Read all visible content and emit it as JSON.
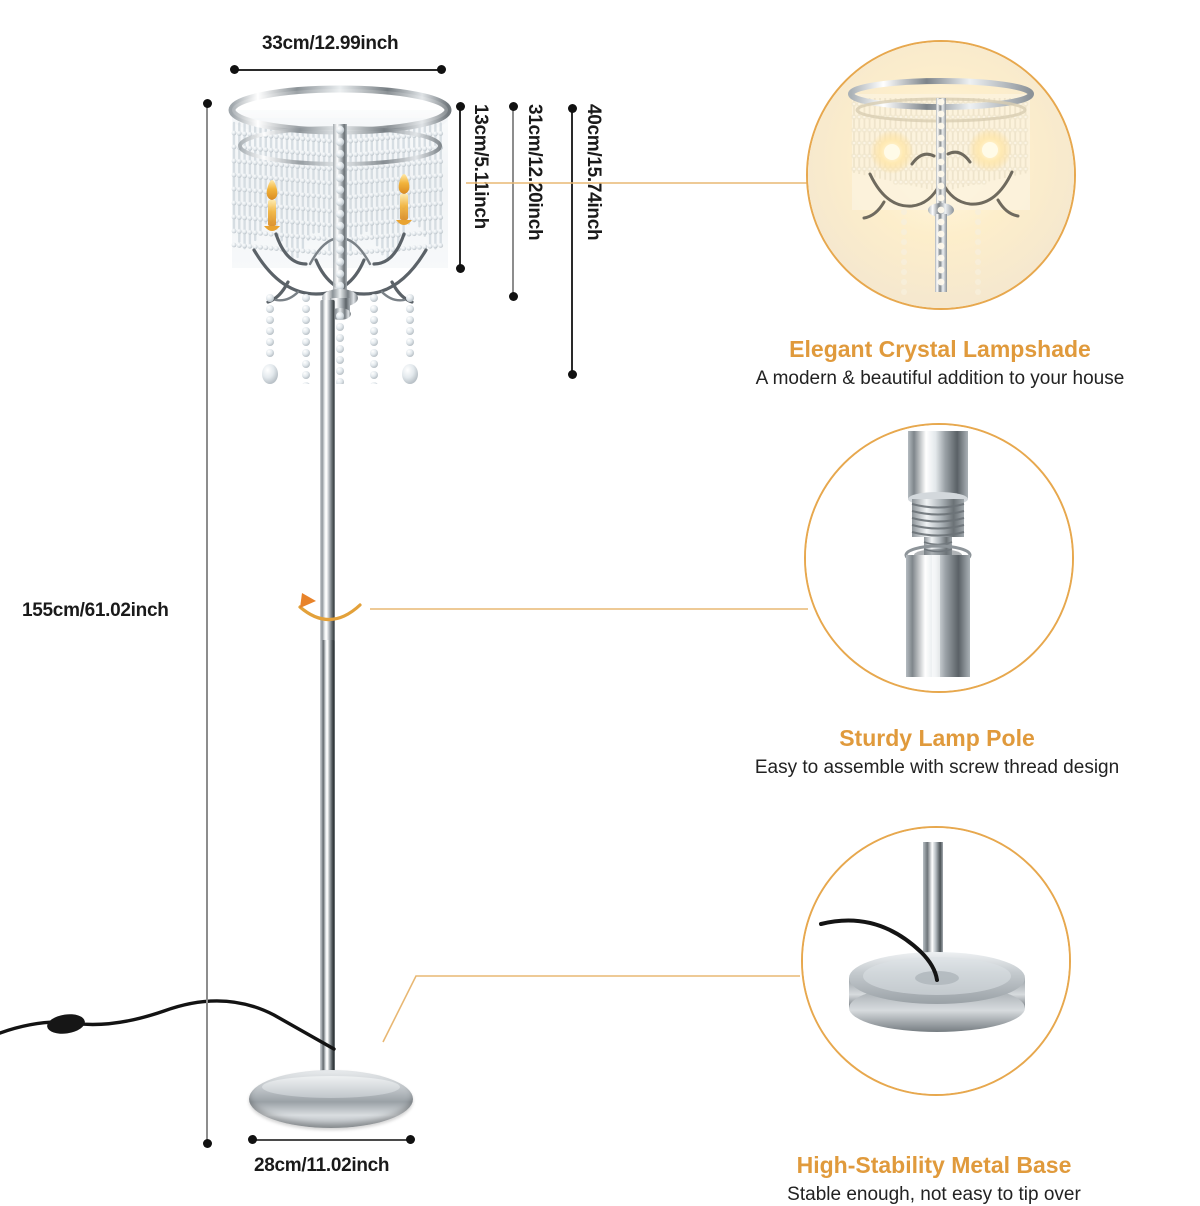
{
  "product": {
    "type": "crystal floor lamp infographic",
    "accent_color": "#e09a3c",
    "circle_border_color": "#e7a84e",
    "lead_line_color": "#e8b874",
    "dimension_text_color": "#1a1a1a"
  },
  "dimensions": {
    "shade_width": {
      "label": "33cm/12.99inch",
      "orientation": "horizontal",
      "name": "shade-width"
    },
    "shade_height": {
      "label": "13cm/5.11inch",
      "orientation": "vertical",
      "name": "shade-height"
    },
    "shade_drop": {
      "label": "31cm/12.20inch",
      "orientation": "vertical",
      "name": "shade-with-crystals-height"
    },
    "shade_total": {
      "label": "40cm/15.74inch",
      "orientation": "vertical",
      "name": "shade-total-drop"
    },
    "total_height": {
      "label": "155cm/61.02inch",
      "orientation": "vertical",
      "name": "lamp-total-height"
    },
    "base_width": {
      "label": "28cm/11.02inch",
      "orientation": "horizontal",
      "name": "base-diameter"
    }
  },
  "callouts": [
    {
      "id": "crystal-lampshade",
      "title": "Elegant Crystal Lampshade",
      "subtitle": "A modern & beautiful addition to your house",
      "image_alt": "lit-crystal-lampshade-closeup"
    },
    {
      "id": "lamp-pole",
      "title": "Sturdy Lamp Pole",
      "subtitle": "Easy to assemble with screw thread design",
      "image_alt": "chrome-pole-screw-thread-closeup"
    },
    {
      "id": "metal-base",
      "title": "High-Stability Metal Base",
      "subtitle": "Stable enough, not easy to tip over",
      "image_alt": "chrome-round-base-closeup"
    }
  ],
  "icons": {
    "rotation": "rotation-arrow-icon",
    "foot_switch": "foot-switch-icon"
  }
}
